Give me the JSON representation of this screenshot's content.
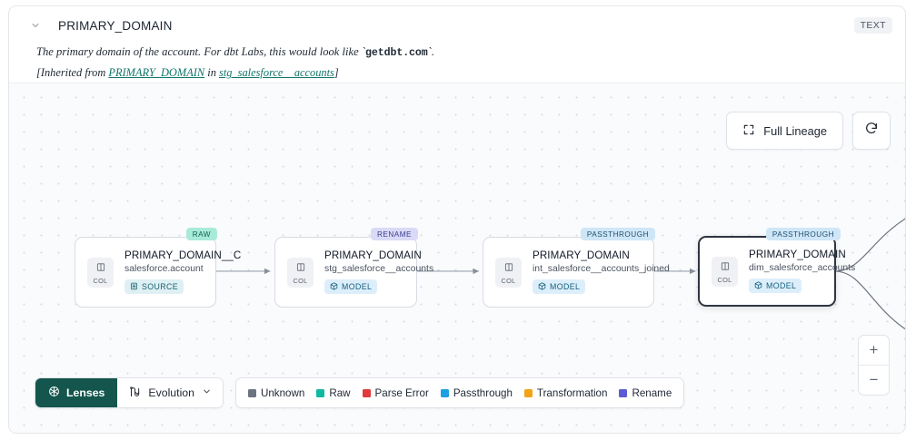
{
  "header": {
    "collapse_icon": "chevron-down-icon",
    "title": "PRIMARY_DOMAIN",
    "type_badge": "TEXT",
    "description_pre": "The primary domain of the account. For dbt Labs, this would look like `",
    "description_code": "getdbt.com",
    "description_post": "`.",
    "inherited_pre": "[Inherited from ",
    "inherited_link_1": "PRIMARY_DOMAIN",
    "inherited_mid": " in ",
    "inherited_link_2": "stg_salesforce__accounts",
    "inherited_post": "]"
  },
  "toolbar": {
    "full_lineage_label": "Full Lineage",
    "full_lineage_icon": "expand-corners-icon",
    "refresh_icon": "refresh-icon"
  },
  "zoom_controls": {
    "zoom_in": "+",
    "zoom_out": "−"
  },
  "lineage": {
    "nodes": [
      {
        "type_tag": "RAW",
        "type_tag_class": "tt-raw",
        "chip": "COL",
        "name": "PRIMARY_DOMAIN__C",
        "source": "salesforce.account",
        "kind": "SOURCE",
        "kind_icon": "database-icon",
        "selected": false
      },
      {
        "type_tag": "RENAME",
        "type_tag_class": "tt-rename",
        "chip": "COL",
        "name": "PRIMARY_DOMAIN",
        "source": "stg_salesforce__accounts",
        "kind": "MODEL",
        "kind_icon": "cube-icon",
        "selected": false
      },
      {
        "type_tag": "PASSTHROUGH",
        "type_tag_class": "tt-pass",
        "chip": "COL",
        "name": "PRIMARY_DOMAIN",
        "source": "int_salesforce__accounts_joined",
        "kind": "MODEL",
        "kind_icon": "cube-icon",
        "selected": false
      },
      {
        "type_tag": "PASSTHROUGH",
        "type_tag_class": "tt-pass",
        "chip": "COL",
        "name": "PRIMARY_DOMAIN",
        "source": "dim_salesforce_accounts",
        "kind": "MODEL",
        "kind_icon": "cube-icon",
        "selected": true
      }
    ]
  },
  "bottom": {
    "lenses_label": "Lenses",
    "lenses_icon": "aperture-icon",
    "evolution_label": "Evolution",
    "evolution_icon": "evolution-icon",
    "evolution_chevron": "chevron-down-icon",
    "legend": [
      {
        "label": "Unknown",
        "color": "#6b7280"
      },
      {
        "label": "Raw",
        "color": "#10b9a0"
      },
      {
        "label": "Parse Error",
        "color": "#e03b3b"
      },
      {
        "label": "Passthrough",
        "color": "#1b9fe0"
      },
      {
        "label": "Transformation",
        "color": "#f0a416"
      },
      {
        "label": "Rename",
        "color": "#5b5bd6"
      }
    ]
  }
}
